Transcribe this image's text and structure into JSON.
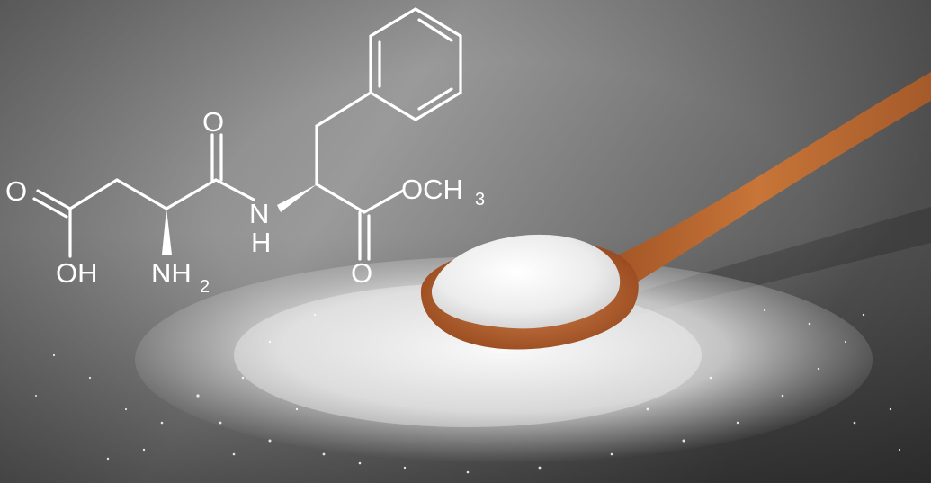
{
  "molecule": {
    "labels": {
      "carbonyl_o_left": "O",
      "hydroxyl": "OH",
      "carbonyl_o_amide": "O",
      "amine_n": "NH",
      "amine_sub": "2",
      "amide_n": "N",
      "amide_h": "H",
      "ester_methoxy": "OCH",
      "ester_sub": "3",
      "carbonyl_o_ester": "O"
    }
  },
  "colors": {
    "background_light": "#8e8e8e",
    "background_dark": "#4a4a4a",
    "structure_lines": "#ffffff",
    "sugar": "#f4f4f4",
    "spoon_wood": "#c06a34"
  }
}
